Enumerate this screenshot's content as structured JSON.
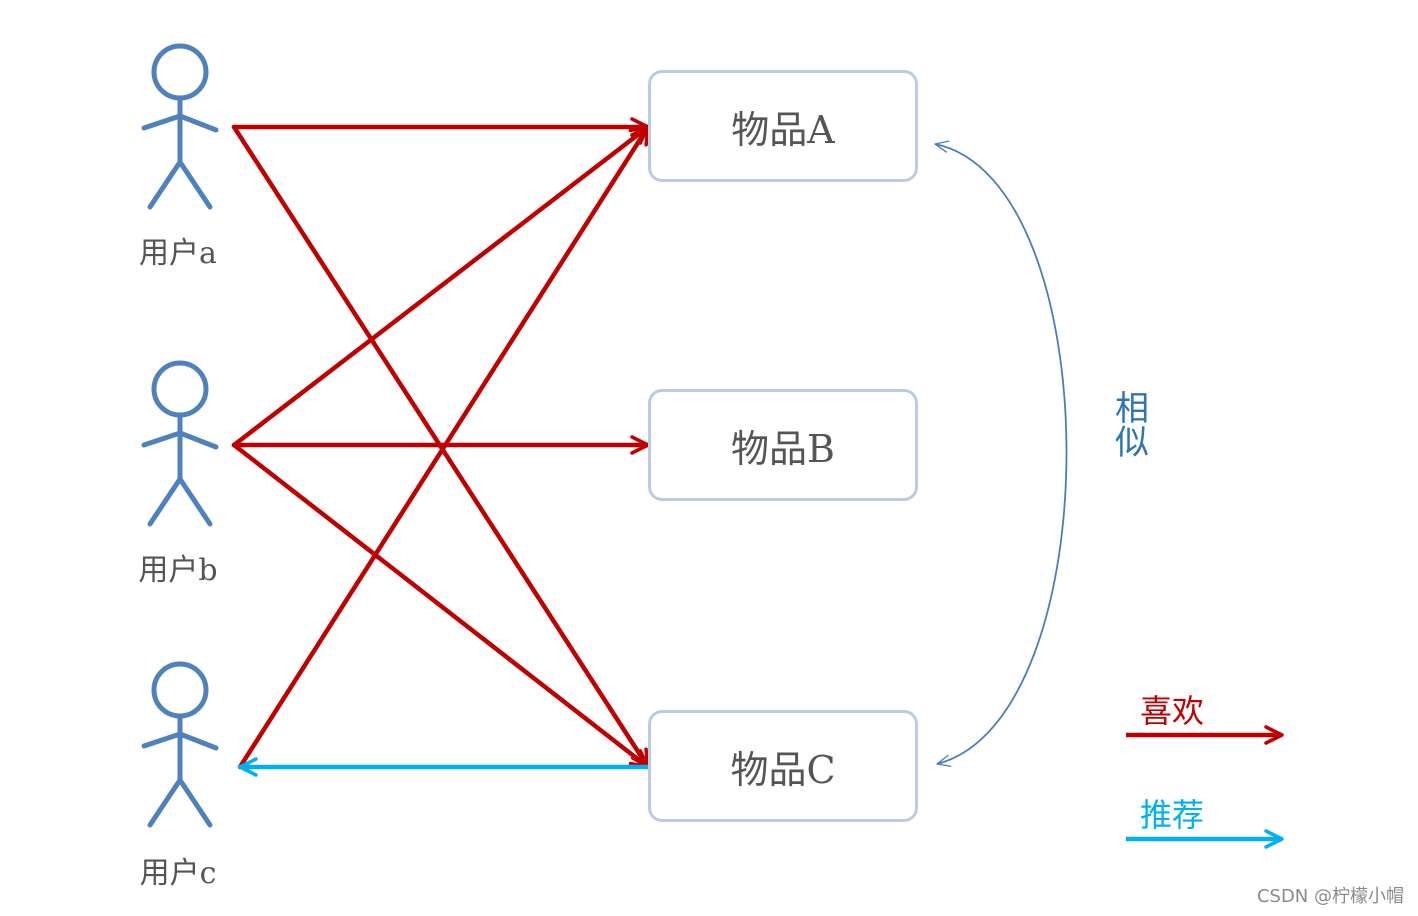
{
  "users": [
    {
      "id": "a",
      "label": "用户a"
    },
    {
      "id": "b",
      "label": "用户b"
    },
    {
      "id": "c",
      "label": "用户c"
    }
  ],
  "items": [
    {
      "id": "A",
      "label": "物品A"
    },
    {
      "id": "B",
      "label": "物品B"
    },
    {
      "id": "C",
      "label": "物品C"
    }
  ],
  "edges": {
    "like": [
      {
        "from": "a",
        "to": "A"
      },
      {
        "from": "a",
        "to": "C"
      },
      {
        "from": "b",
        "to": "A"
      },
      {
        "from": "b",
        "to": "B"
      },
      {
        "from": "b",
        "to": "C"
      },
      {
        "from": "c",
        "to": "A"
      }
    ],
    "recommend": [
      {
        "from": "C",
        "to": "c"
      }
    ],
    "similar": [
      {
        "from": "A",
        "to": "C"
      }
    ]
  },
  "similar_label": "相似",
  "legend": {
    "like": {
      "label": "喜欢",
      "color": "#c00000"
    },
    "recommend": {
      "label": "推荐",
      "color": "#00b0f0"
    }
  },
  "colors": {
    "figure": "#4f81bd",
    "box_border": "#b8cde4",
    "similar_arc": "#4a7ebb"
  },
  "watermark": "CSDN @柠檬小帽"
}
